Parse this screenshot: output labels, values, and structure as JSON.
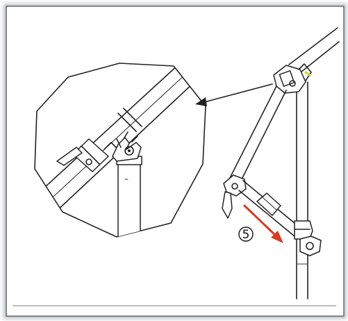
{
  "diagram": {
    "step_label": "5",
    "colors": {
      "frame_border": "#3a3a3a",
      "frame_shadow": "#8a9aa8",
      "line": "#222222",
      "direction_arrow": "#d83a22",
      "hinge_accent": "#d8d030"
    },
    "icons": [
      "detail-callout-arrow",
      "direction-arrow",
      "hinge-lock"
    ]
  }
}
